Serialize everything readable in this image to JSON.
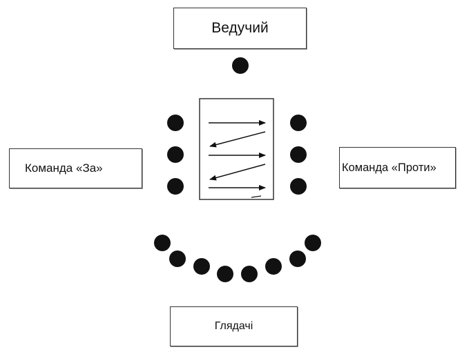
{
  "labels": {
    "host": "Ведучий",
    "team_for": "Команда «За»",
    "team_against": "Команда «Проти»",
    "spectators": "Глядачі"
  },
  "colors": {
    "dot": "#111111",
    "border": "#333333",
    "arrow": "#111111"
  }
}
